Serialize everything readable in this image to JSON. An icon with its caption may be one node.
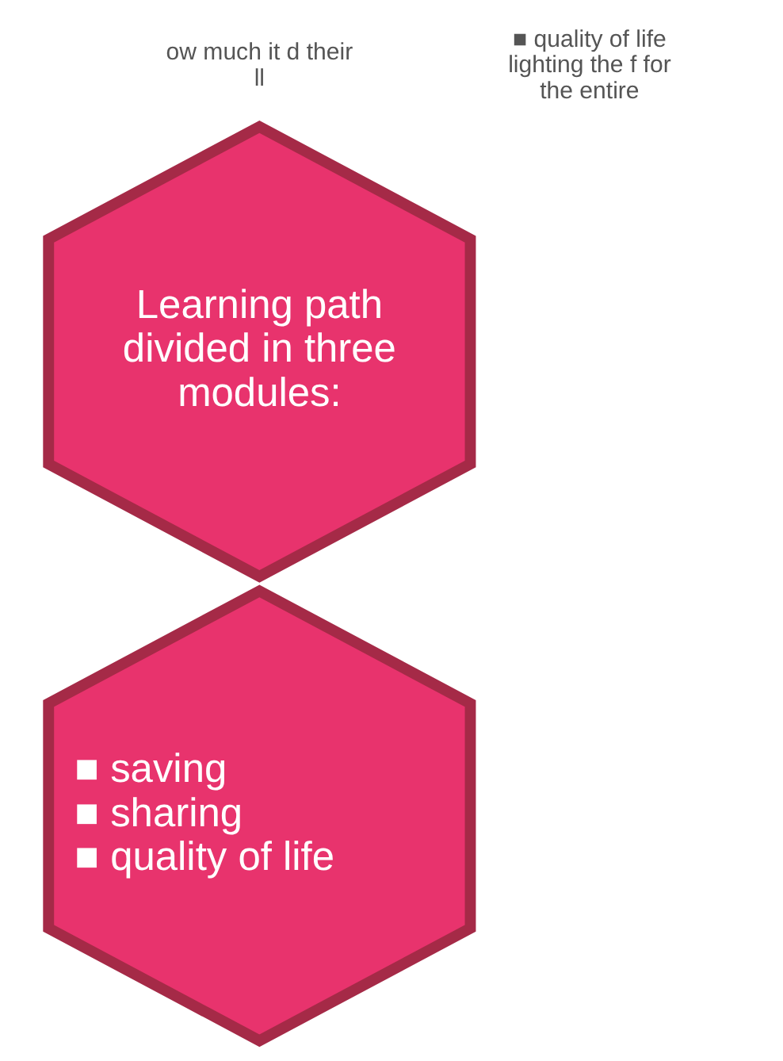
{
  "diagram": {
    "nodes": [
      {
        "text": [
          "Learning path divided in three modules:"
        ]
      },
      {
        "text": [
          "■ saving",
          "■ sharing",
          "■ quality of life"
        ]
      }
    ],
    "labels": [
      "ow much it d their ll",
      "■ quality of life lighting the f for the entire"
    ]
  }
}
